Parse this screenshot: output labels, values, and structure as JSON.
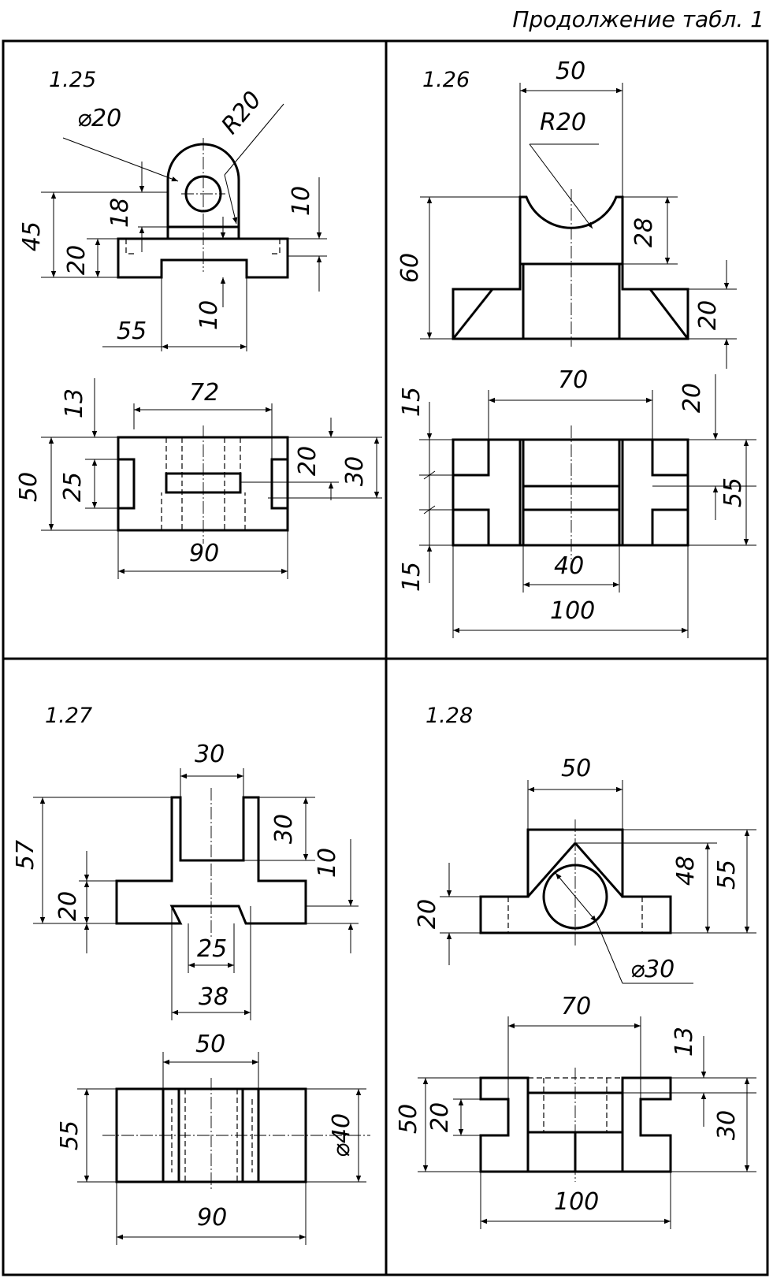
{
  "header": {
    "caption": "Продолжение табл. 1"
  },
  "panels": {
    "p125": {
      "label": "1.25",
      "dims": {
        "d_phi20": "⌀20",
        "d_r20": "R20",
        "d_45": "45",
        "d_18": "18",
        "d_20": "20",
        "d_10a": "10",
        "d_10b": "10",
        "d_55": "55",
        "d_72": "72",
        "d_13": "13",
        "d_50": "50",
        "d_25": "25",
        "d_20b": "20",
        "d_30": "30",
        "d_90": "90"
      }
    },
    "p126": {
      "label": "1.26",
      "dims": {
        "d_50": "50",
        "d_r20": "R20",
        "d_60": "60",
        "d_28": "28",
        "d_20": "20",
        "d_70": "70",
        "d_15a": "15",
        "d_20b": "20",
        "d_55": "55",
        "d_40": "40",
        "d_15b": "15",
        "d_100": "100"
      }
    },
    "p127": {
      "label": "1.27",
      "dims": {
        "d_30": "30",
        "d_57": "57",
        "d_30b": "30",
        "d_10": "10",
        "d_20": "20",
        "d_25": "25",
        "d_38": "38",
        "d_50": "50",
        "d_55": "55",
        "d_phi40": "⌀40",
        "d_90": "90"
      }
    },
    "p128": {
      "label": "1.28",
      "dims": {
        "d_50": "50",
        "d_48": "48",
        "d_55": "55",
        "d_20": "20",
        "d_phi30": "⌀30",
        "d_70": "70",
        "d_13": "13",
        "d_50b": "50",
        "d_20b": "20",
        "d_30": "30",
        "d_100": "100"
      }
    }
  }
}
